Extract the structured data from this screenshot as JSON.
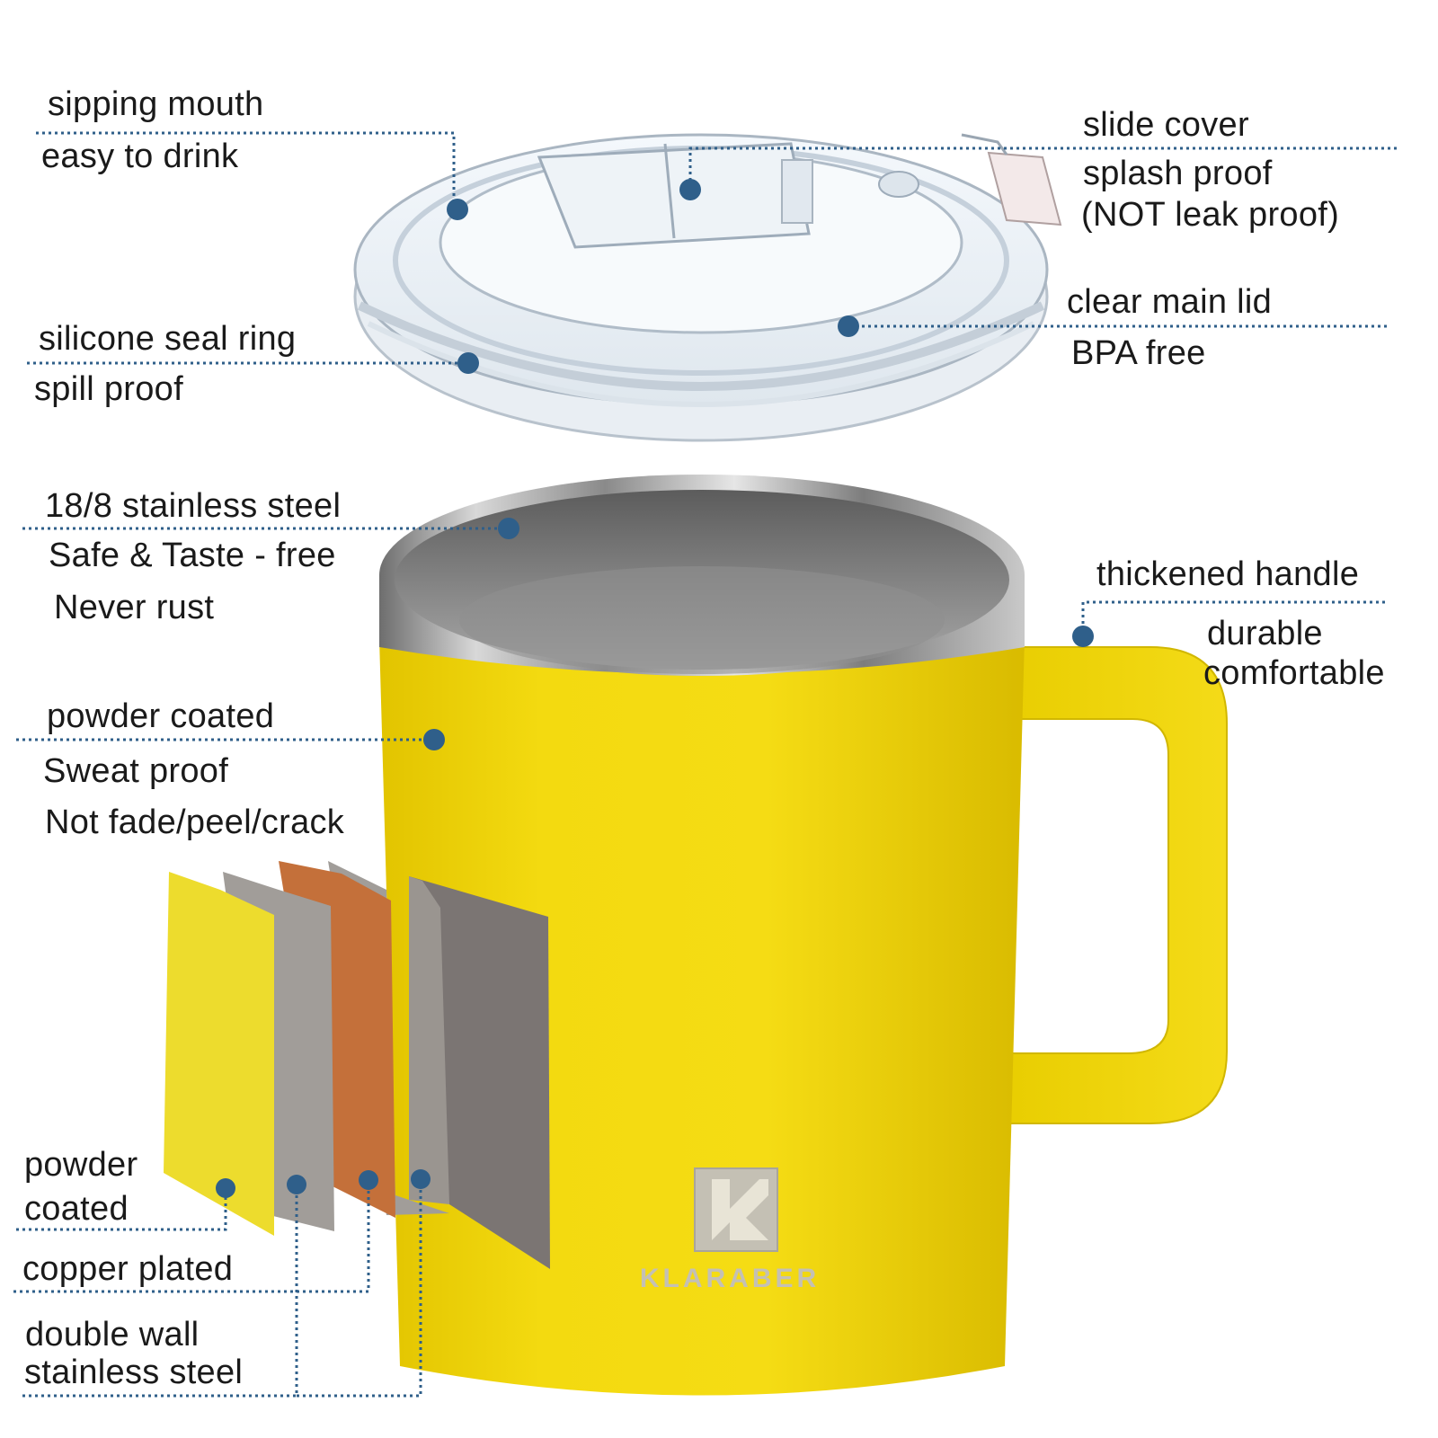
{
  "brand": {
    "name": "KLARABER"
  },
  "colors": {
    "mug_yellow": "#f2d705",
    "callout_blue": "#2f5f8a",
    "copper_layer": "#c4703a",
    "steel_layer": "#a19d99",
    "inner_steel": "#7b7573"
  },
  "callouts": {
    "sipping_mouth": {
      "line1": "sipping mouth",
      "line2": "easy to drink"
    },
    "slide_cover": {
      "line1": "slide cover",
      "line2": "splash proof",
      "line3": "(NOT leak proof)"
    },
    "seal_ring": {
      "line1": "silicone seal ring",
      "line2": "spill proof"
    },
    "main_lid": {
      "line1": "clear main lid",
      "line2": "BPA free"
    },
    "steel": {
      "line1": "18/8 stainless steel",
      "line2": "Safe & Taste - free",
      "line3": "Never rust"
    },
    "handle": {
      "line1": "thickened handle",
      "line2": "durable",
      "line3": "comfortable"
    },
    "powder_coat": {
      "line1": "powder coated",
      "line2": "Sweat proof",
      "line3": "Not fade/peel/crack"
    },
    "layers": {
      "powder_line1": "powder",
      "powder_line2": "coated",
      "copper": "copper plated",
      "double_wall_line1": "double wall",
      "double_wall_line2": "stainless steel"
    }
  }
}
